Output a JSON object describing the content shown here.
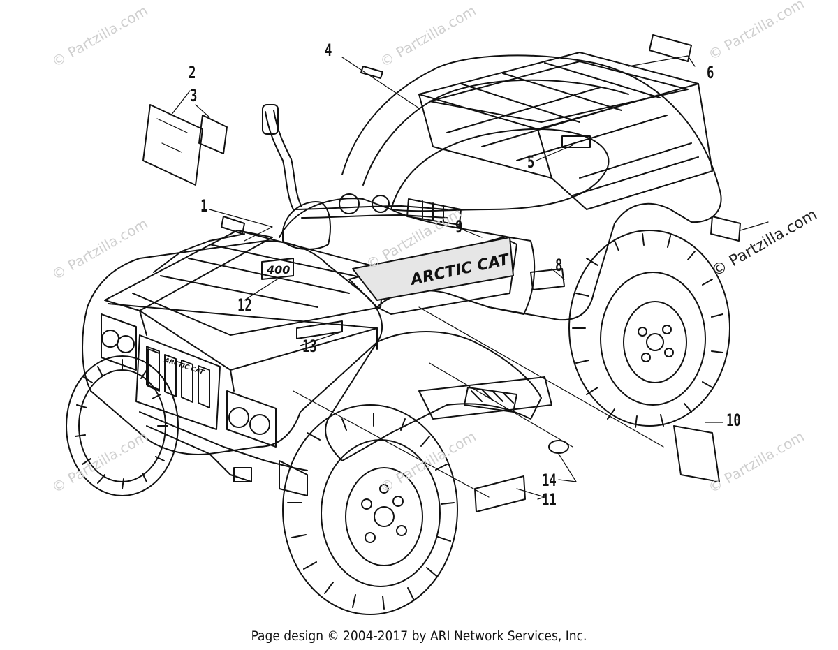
{
  "watermark": {
    "text": "© Partzilla.com"
  },
  "callouts": [
    {
      "id": "c1",
      "label": "1"
    },
    {
      "id": "c2",
      "label": "2"
    },
    {
      "id": "c3",
      "label": "3"
    },
    {
      "id": "c4",
      "label": "4"
    },
    {
      "id": "c5",
      "label": "5"
    },
    {
      "id": "c6",
      "label": "6"
    },
    {
      "id": "c8",
      "label": "8"
    },
    {
      "id": "c9",
      "label": "9"
    },
    {
      "id": "c10",
      "label": "10"
    },
    {
      "id": "c11",
      "label": "11"
    },
    {
      "id": "c12",
      "label": "12"
    },
    {
      "id": "c13",
      "label": "13"
    },
    {
      "id": "c14",
      "label": "14"
    }
  ],
  "decals": {
    "brand": "ARCTIC CAT",
    "model": "400"
  },
  "footer": {
    "copyright": "Page design © 2004-2017 by ARI Network Services, Inc."
  }
}
